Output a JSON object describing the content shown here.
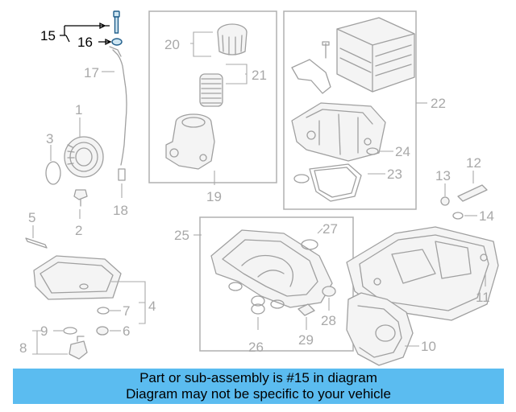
{
  "diagram": {
    "callouts": [
      {
        "id": "15",
        "label": "15",
        "highlighted": true
      },
      {
        "id": "16",
        "label": "16",
        "highlighted": true
      },
      {
        "id": "17",
        "label": "17"
      },
      {
        "id": "1",
        "label": "1"
      },
      {
        "id": "3",
        "label": "3"
      },
      {
        "id": "2",
        "label": "2"
      },
      {
        "id": "18",
        "label": "18"
      },
      {
        "id": "5",
        "label": "5"
      },
      {
        "id": "4",
        "label": "4"
      },
      {
        "id": "7",
        "label": "7"
      },
      {
        "id": "6",
        "label": "6"
      },
      {
        "id": "9",
        "label": "9"
      },
      {
        "id": "8",
        "label": "8"
      },
      {
        "id": "20",
        "label": "20"
      },
      {
        "id": "21",
        "label": "21"
      },
      {
        "id": "19",
        "label": "19"
      },
      {
        "id": "22",
        "label": "22"
      },
      {
        "id": "24",
        "label": "24"
      },
      {
        "id": "23",
        "label": "23"
      },
      {
        "id": "13",
        "label": "13"
      },
      {
        "id": "12",
        "label": "12"
      },
      {
        "id": "14",
        "label": "14"
      },
      {
        "id": "11",
        "label": "11"
      },
      {
        "id": "25",
        "label": "25"
      },
      {
        "id": "27",
        "label": "27"
      },
      {
        "id": "28",
        "label": "28"
      },
      {
        "id": "29",
        "label": "29"
      },
      {
        "id": "26",
        "label": "26"
      },
      {
        "id": "10",
        "label": "10"
      }
    ],
    "highlight_color": "#1f5d8a"
  },
  "banner": {
    "line1": "Part or sub-assembly is #15 in diagram",
    "line2": "Diagram may not be specific to your vehicle",
    "color": "#5bbcf0"
  }
}
